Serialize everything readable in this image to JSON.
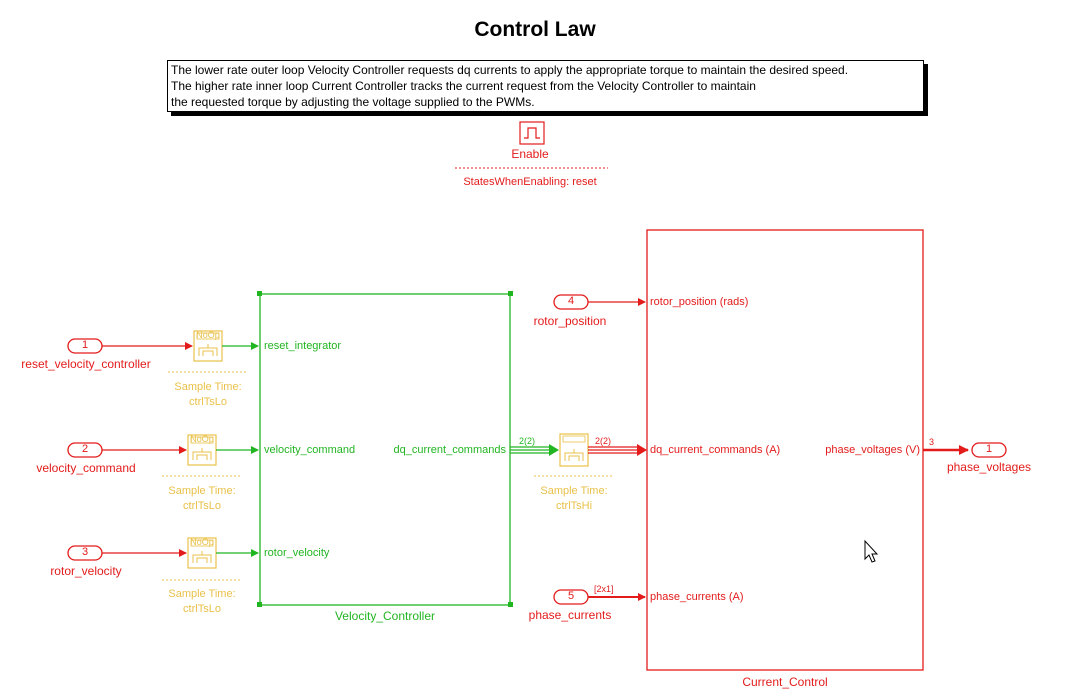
{
  "title": "Control Law",
  "annotation": {
    "lines": [
      "The lower rate outer loop Velocity Controller requests dq currents to apply the appropriate torque to maintain the desired speed.",
      "The higher rate inner loop Current Controller tracks the current request from the Velocity Controller to maintain",
      "the requested torque by adjusting the voltage supplied to the PWMs."
    ]
  },
  "enable": {
    "label": "Enable",
    "states_when_enabling": "StatesWhenEnabling: reset"
  },
  "inports": [
    {
      "number": "1",
      "name": "reset_velocity_controller"
    },
    {
      "number": "2",
      "name": "velocity_command"
    },
    {
      "number": "3",
      "name": "rotor_velocity"
    },
    {
      "number": "4",
      "name": "rotor_position"
    },
    {
      "number": "5",
      "name": "phase_currents"
    }
  ],
  "outports": [
    {
      "number": "1",
      "name": "phase_voltages"
    }
  ],
  "rate_transitions": [
    {
      "icon_text": "NoOp",
      "sample_time_label": "Sample Time:",
      "sample_time_value": "ctrlTsLo"
    },
    {
      "icon_text": "NoOp",
      "sample_time_label": "Sample Time:",
      "sample_time_value": "ctrlTsLo"
    },
    {
      "icon_text": "NoOp",
      "sample_time_label": "Sample Time:",
      "sample_time_value": "ctrlTsLo"
    },
    {
      "icon_text": "",
      "sample_time_label": "Sample Time:",
      "sample_time_value": "ctrlTsHi"
    }
  ],
  "velocity_controller": {
    "name": "Velocity_Controller",
    "inputs": [
      "reset_integrator",
      "velocity_command",
      "rotor_velocity"
    ],
    "output": "dq_current_commands"
  },
  "current_control": {
    "name": "Current_Control",
    "inputs": [
      "rotor_position (rads)",
      "dq_current_commands (A)",
      "phase_currents (A)"
    ],
    "output": "phase_voltages (V)"
  },
  "signal_dims": {
    "dq_out": "2(2)",
    "dq_in": "2(2)",
    "phase_currents": "[2x1]",
    "phase_voltages": "3"
  },
  "colors": {
    "red": "#e31b1b",
    "green": "#22b522",
    "yellow": "#e9c14a",
    "black": "#000000"
  }
}
